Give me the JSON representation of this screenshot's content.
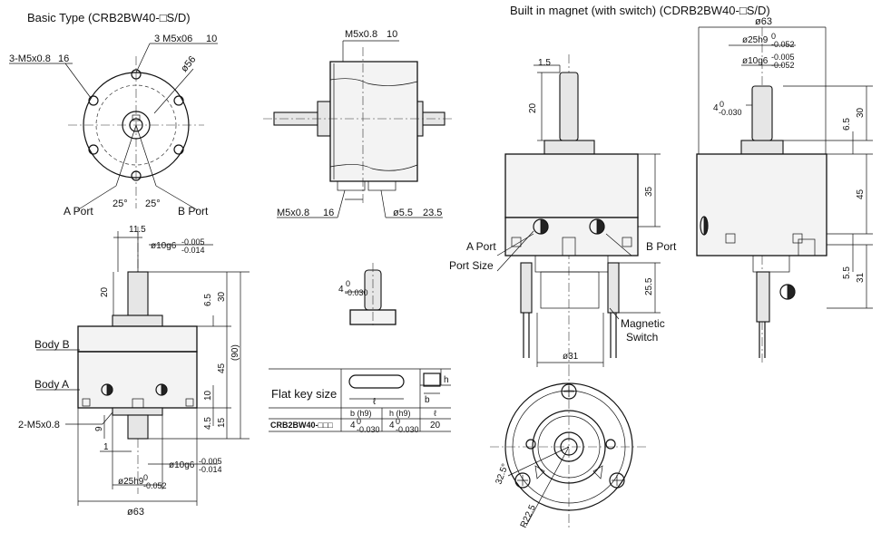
{
  "titles": {
    "basic": "Basic Type (CRB2BW40-□S/D)",
    "magnet": "Built in magnet (with switch) (CDRB2BW40-□S/D)"
  },
  "front_view": {
    "m5x06_label": "3 M5x06",
    "m5x06_depth": "10",
    "m5x08_label": "3-M5x0.8",
    "m5x08_depth": "16",
    "dia56": "ø56",
    "a_port": "A Port",
    "b_port": "B Port",
    "angle_left": "25°",
    "angle_right": "25°"
  },
  "side_view_top": {
    "m5_top": "M5x0.8",
    "m5_top_depth": "10",
    "m5_bottom": "M5x0.8",
    "m5_bottom_depth": "16",
    "dia55": "ø5.5",
    "dia55_depth": "23.5"
  },
  "key_detail": {
    "width": "4",
    "tol_upper": "0",
    "tol_lower": "-0.030"
  },
  "side_view_basic": {
    "dim_11_5": "11.5",
    "shaft_top": "ø10g6",
    "shaft_top_tol_upper": "-0.005",
    "shaft_top_tol_lower": "-0.014",
    "dim_20": "20",
    "dim_6_5": "6.5",
    "dim_30": "30",
    "dim_90": "(90)",
    "dim_45": "45",
    "dim_10": "10",
    "dim_4_5": "4.5",
    "dim_15": "15",
    "dim_9": "9",
    "dim_1": "1",
    "body_b": "Body B",
    "body_a": "Body A",
    "m5_bottom": "2-M5x0.8",
    "shaft_bottom": "ø10g6",
    "shaft_bottom_tol_upper": "-0.005",
    "shaft_bottom_tol_lower": "-0.014",
    "dia25": "ø25h9",
    "dia25_tol_upper": "0",
    "dia25_tol_lower": "-0.052",
    "dia63": "ø63"
  },
  "flat_key_table": {
    "title": "Flat key size",
    "col_b": "b (h9)",
    "col_h": "h (h9)",
    "col_l": "ℓ",
    "model": "CRB2BW40-□□□",
    "b_value": "4",
    "b_tol_upper": "0",
    "b_tol_lower": "-0.030",
    "h_value": "4",
    "h_tol_upper": "0",
    "h_tol_lower": "-0.030",
    "l_value": "20",
    "fig_l": "ℓ",
    "fig_b": "b",
    "fig_h": "h"
  },
  "magnet_front": {
    "dim_1_5": "1.5",
    "dim_20": "20",
    "dim_35": "35",
    "dim_25_5": "25.5",
    "a_port": "A Port",
    "b_port": "B Port",
    "port_size": "Port Size",
    "magnetic_switch_1": "Magnetic",
    "magnetic_switch_2": "Switch",
    "dia31": "ø31"
  },
  "magnet_side": {
    "dia63": "ø63",
    "dia25": "ø25h9",
    "dia25_tol_upper": "0",
    "dia25_tol_lower": "-0.052",
    "dia10": "ø10g6",
    "dia10_tol_upper": "-0.005",
    "dia10_tol_lower": "-0.052",
    "key_w": "4",
    "key_tol_upper": "0",
    "key_tol_lower": "-0.030",
    "dim_30": "30",
    "dim_6_5": "6.5",
    "dim_45": "45",
    "dim_31": "31",
    "dim_5_5": "5.5"
  },
  "magnet_bottom": {
    "angle": "32.5°",
    "radius": "R22.5"
  }
}
